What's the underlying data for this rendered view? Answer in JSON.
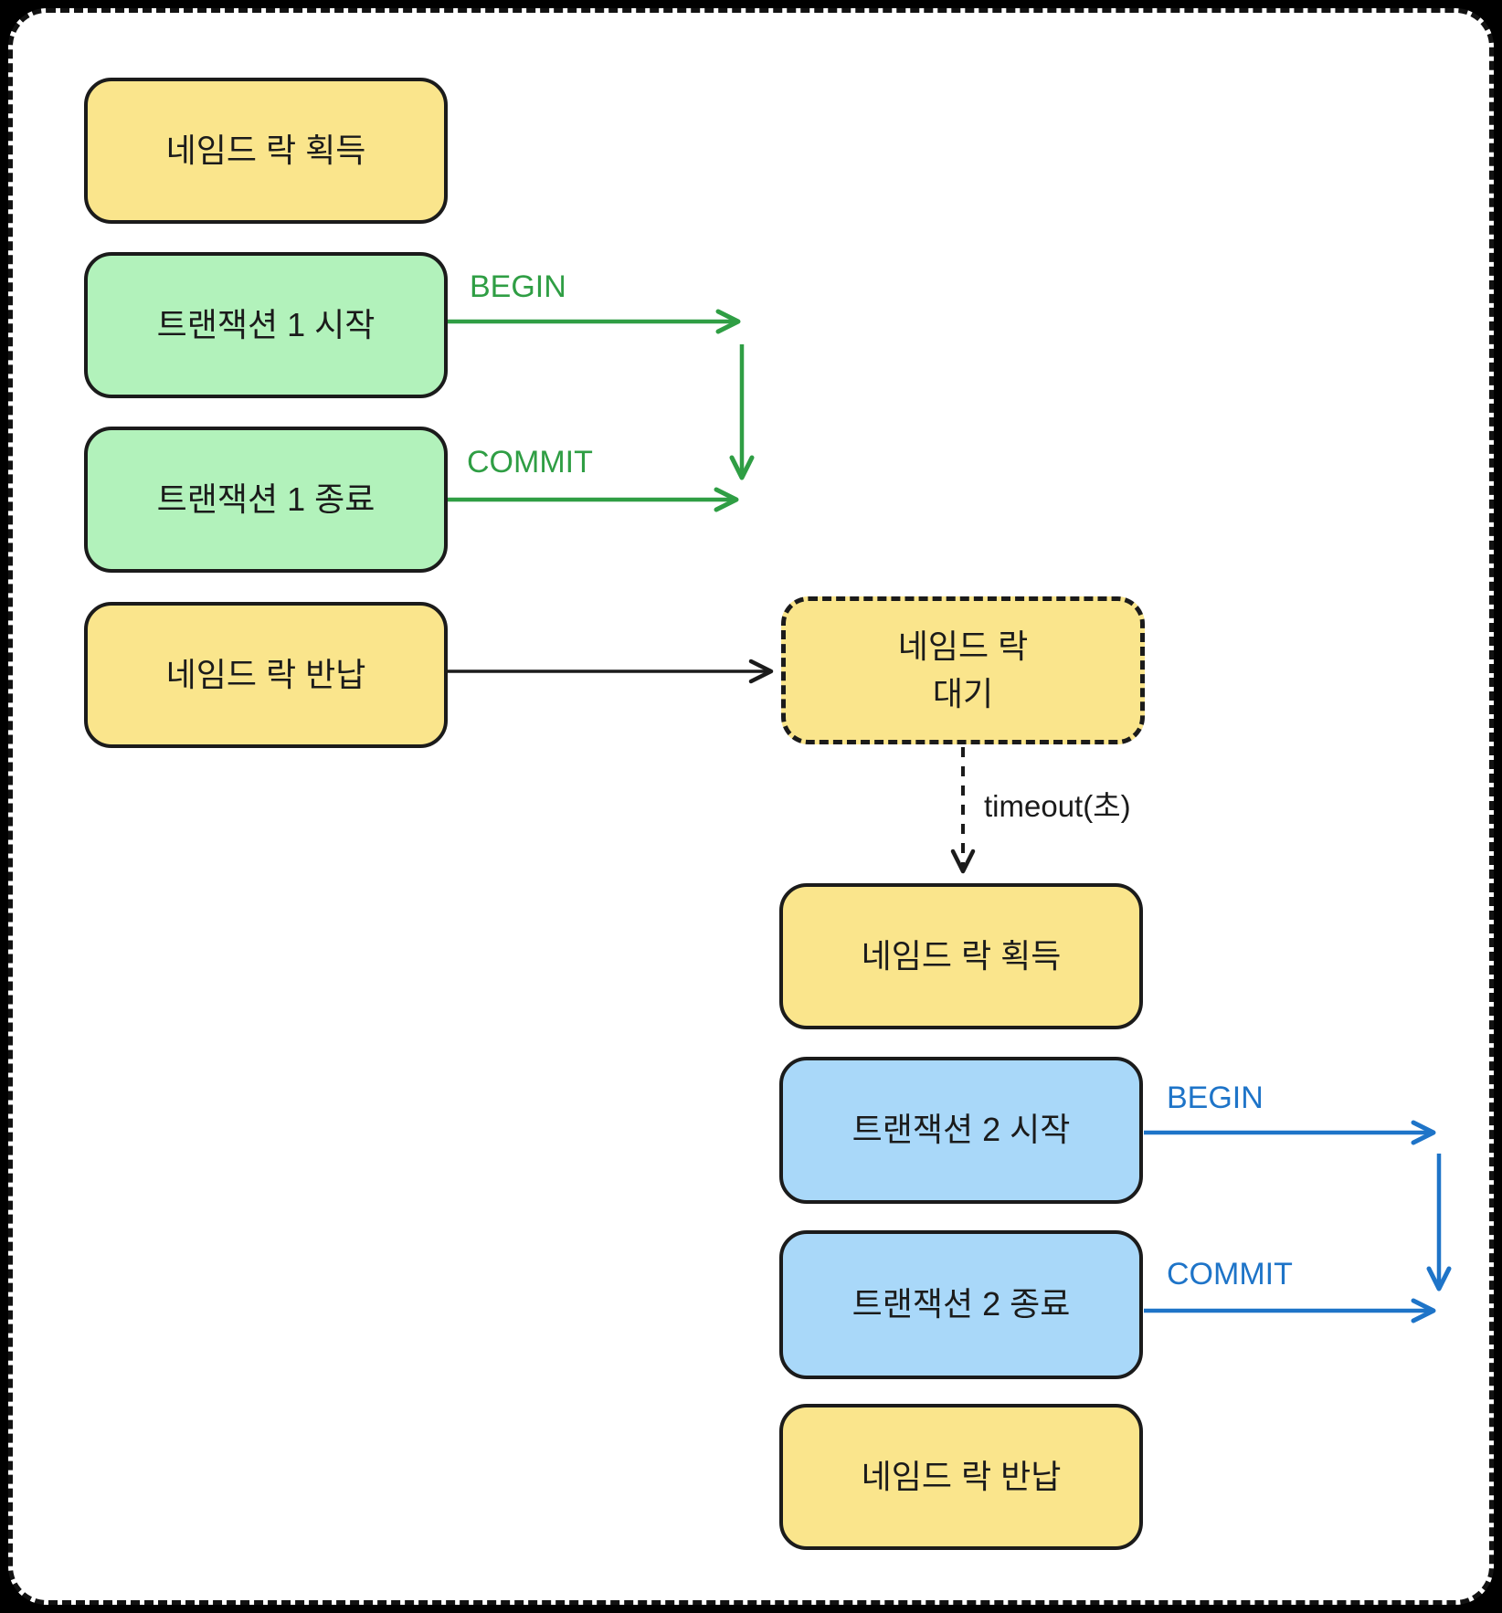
{
  "nodes": {
    "lock_acquire_1": {
      "label": "네임드 락 획득"
    },
    "tx1_start": {
      "label": "트랜잭션 1 시작"
    },
    "tx1_end": {
      "label": "트랜잭션 1 종료"
    },
    "lock_release_1": {
      "label": "네임드 락 반납"
    },
    "lock_wait": {
      "line1": "네임드 락",
      "line2": "대기"
    },
    "lock_acquire_2": {
      "label": "네임드 락 획득"
    },
    "tx2_start": {
      "label": "트랜잭션 2 시작"
    },
    "tx2_end": {
      "label": "트랜잭션 2 종료"
    },
    "lock_release_2": {
      "label": "네임드 락 반납"
    }
  },
  "edge_labels": {
    "tx1_begin": "BEGIN",
    "tx1_commit": "COMMIT",
    "timeout": "timeout(초)",
    "tx2_begin": "BEGIN",
    "tx2_commit": "COMMIT"
  },
  "colors": {
    "frame_bg": "#000000",
    "canvas_bg": "#ffffff",
    "yellow_fill": "#fae58c",
    "green_fill": "#b2f2bb",
    "blue_fill": "#a9d8f9",
    "node_border": "#1b1b1b",
    "green_accent": "#2f9e44",
    "blue_accent": "#1e74c8",
    "black_accent": "#1b1b1b"
  }
}
